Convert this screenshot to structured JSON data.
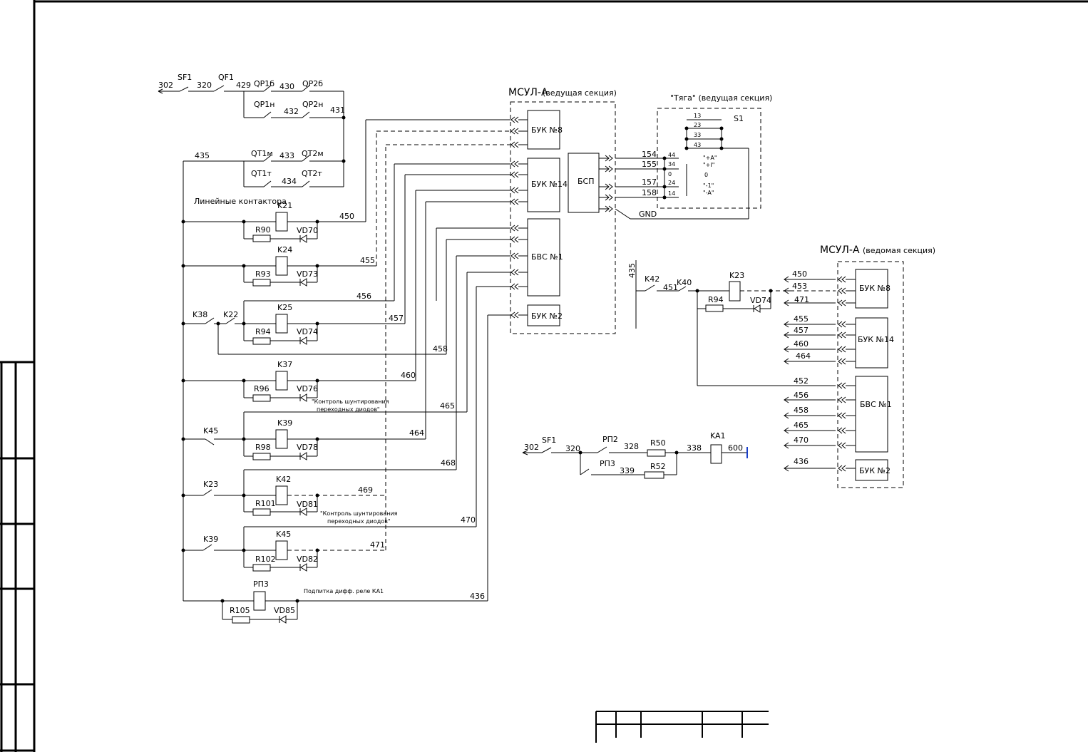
{
  "labels": {
    "w302a": "302",
    "sf1a": "SF1",
    "w320a": "320",
    "qf1": "QF1",
    "w429": "429",
    "qp1b": "QP1б",
    "w430": "430",
    "qp2b": "QP2б",
    "qp1n": "QP1н",
    "w432": "432",
    "qp2n": "QP2н",
    "w431": "431",
    "w435a": "435",
    "qt1m": "QT1м",
    "w433": "433",
    "qt2m": "QT2м",
    "qt1t": "QT1т",
    "w434": "434",
    "qt2t": "QT2т",
    "lineContactors": "Линейные контактора",
    "k21": "K21",
    "r90": "R90",
    "vd70": "VD70",
    "w450": "450",
    "k24": "K24",
    "r93": "R93",
    "vd73": "VD73",
    "w455": "455",
    "w456": "456",
    "k38": "K38",
    "k22": "K22",
    "k25": "K25",
    "r94a": "R94",
    "vd74a": "VD74",
    "w457": "457",
    "w458": "458",
    "k37": "K37",
    "r96": "R96",
    "vd76": "VD76",
    "w460": "460",
    "note1a": "\"Контроль шунтирования",
    "note1b": "переходных диодов\"",
    "w465": "465",
    "k45a": "K45",
    "k39a": "K39",
    "r98": "R98",
    "vd78": "VD78",
    "w464": "464",
    "w468": "468",
    "k23a": "K23",
    "k42a": "K42",
    "w469": "469",
    "r101": "R101",
    "vd81": "VD81",
    "note2a": "\"Контроль шунтирования",
    "note2b": "переходных диодов\"",
    "w470": "470",
    "k39b": "K39",
    "k45b": "K45",
    "w471a": "471",
    "r102": "R102",
    "vd82": "VD82",
    "rp3a": "РП3",
    "feedNote": "Подпитка дифф. реле КА1",
    "w436a": "436",
    "r105": "R105",
    "vd85": "VD85",
    "msulLeadTitle": "МСУЛ-А",
    "msulLeadSub": "(ведущая секция)",
    "buk8a": "БУК №8",
    "buk14a": "БУК №14",
    "bvs1a": "БВС №1",
    "buk2a": "БУК №2",
    "bsp": "БСП",
    "tyagaTitle": "\"Тяга\" (ведущая секция)",
    "s1": "S1",
    "w154": "154",
    "w155": "155",
    "w157": "157",
    "w158": "158",
    "gnd": "GND",
    "c44": "44",
    "c34": "34",
    "c0": "0",
    "c24": "24",
    "c14": "14",
    "c13": "13",
    "c23": "23",
    "c33": "33",
    "c43": "43",
    "posA2": "\"+A\"",
    "posP": "\"+I\"",
    "pos0": "0",
    "posM": "\"-1\"",
    "posA": "\"-A\"",
    "msulSlaveTitle": "МСУЛ-А",
    "msulSlaveSub": "(ведомая секция)",
    "w435b": "435",
    "k42b": "K42",
    "w451": "451",
    "k40": "K40",
    "k23b": "K23",
    "r94b": "R94",
    "vd74b": "VD74",
    "s450": "450",
    "s453": "453",
    "s471": "471",
    "s455": "455",
    "s457": "457",
    "s460": "460",
    "s464": "464",
    "s452": "452",
    "s456": "456",
    "s458": "458",
    "s465": "465",
    "s470": "470",
    "s436": "436",
    "buk8b": "БУК №8",
    "buk14b": "БУК №14",
    "bvs1b": "БВС №1",
    "buk2b": "БУК №2",
    "w302b": "302",
    "sf1b": "SF1",
    "w320b": "320",
    "rp2": "РП2",
    "w328": "328",
    "r50": "R50",
    "w338": "338",
    "ka1": "KA1",
    "w600": "600",
    "rp3b": "РП3",
    "w339": "339",
    "r52": "R52"
  }
}
